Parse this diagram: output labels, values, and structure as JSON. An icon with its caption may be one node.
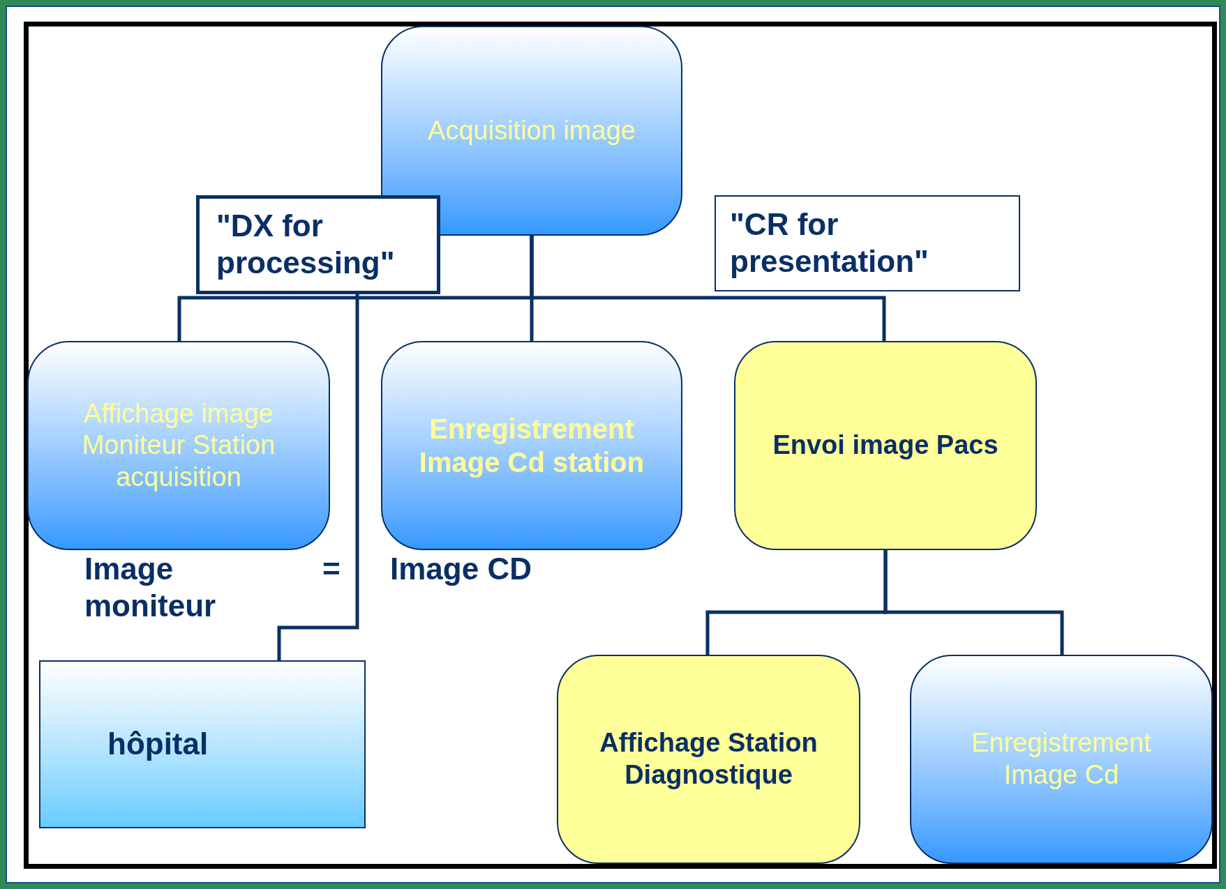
{
  "diagram": {
    "nodes": [
      {
        "text": [
          "Acquisition image"
        ]
      },
      {
        "text": [
          "\"DX for processing\""
        ]
      },
      {
        "text": [
          "\"CR for presentation\""
        ]
      },
      {
        "text": [
          "Affichage image Moniteur Station acquisition"
        ]
      },
      {
        "text": [
          "Enregistrement Image Cd station"
        ]
      },
      {
        "text": [
          "Envoi image Pacs"
        ]
      },
      {
        "text": [
          "hôpital"
        ]
      },
      {
        "text": [
          "Affichage Station Diagnostique"
        ]
      },
      {
        "text": [
          "Enregistrement Image Cd"
        ]
      }
    ],
    "edges": [
      {
        "from": 0,
        "to": 3,
        "arrow": "none"
      },
      {
        "from": 0,
        "to": 4,
        "arrow": "none"
      },
      {
        "from": 0,
        "to": 5,
        "arrow": "none"
      },
      {
        "from": 5,
        "to": 7,
        "arrow": "none"
      },
      {
        "from": 5,
        "to": 8,
        "arrow": "none"
      },
      {
        "from": 1,
        "to": 6,
        "arrow": "none"
      }
    ],
    "labels": [
      "Image moniteur",
      "=",
      "Image CD"
    ]
  }
}
